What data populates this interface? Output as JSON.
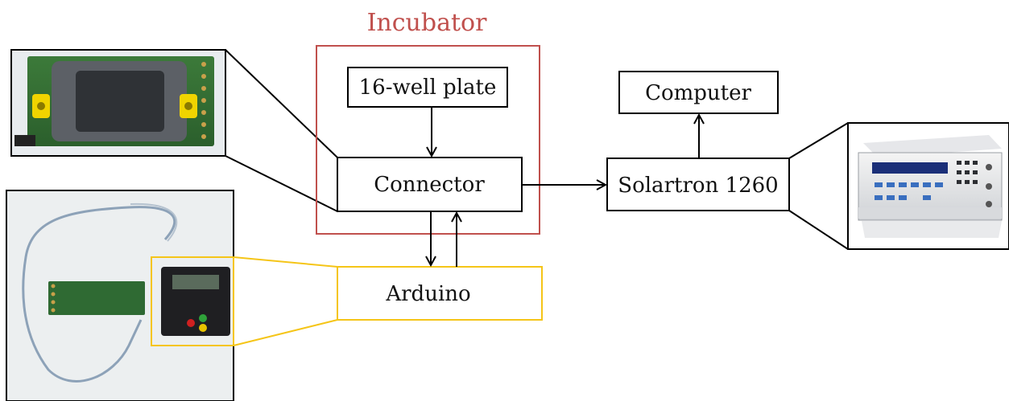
{
  "diagram": {
    "incubator": {
      "label": "Incubator",
      "color": "#c0504d"
    },
    "nodes": {
      "plate": "16-well plate",
      "connector": "Connector",
      "arduino": "Arduino",
      "solartron": "Solartron 1260",
      "computer": "Computer"
    },
    "colors": {
      "box_stroke": "#000000",
      "arduino_callout": "#f5c518",
      "text": "#111111"
    },
    "photos": [
      "connector-board-photo",
      "arduino-setup-photo",
      "solartron-instrument-photo"
    ]
  }
}
